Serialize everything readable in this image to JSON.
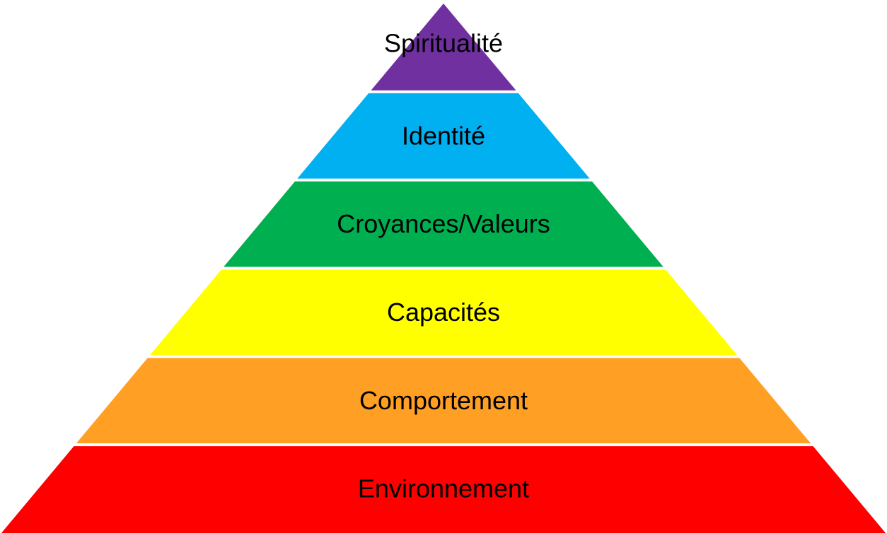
{
  "diagram": {
    "type": "pyramid",
    "tiers": [
      {
        "label": "Spiritualité",
        "color": "#7030A0"
      },
      {
        "label": "Identité",
        "color": "#00B0F0"
      },
      {
        "label": "Croyances/Valeurs",
        "color": "#00B050"
      },
      {
        "label": "Capacités",
        "color": "#FFFF00"
      },
      {
        "label": "Comportement",
        "color": "#FFA024"
      },
      {
        "label": "Environnement",
        "color": "#FF0000"
      }
    ]
  }
}
